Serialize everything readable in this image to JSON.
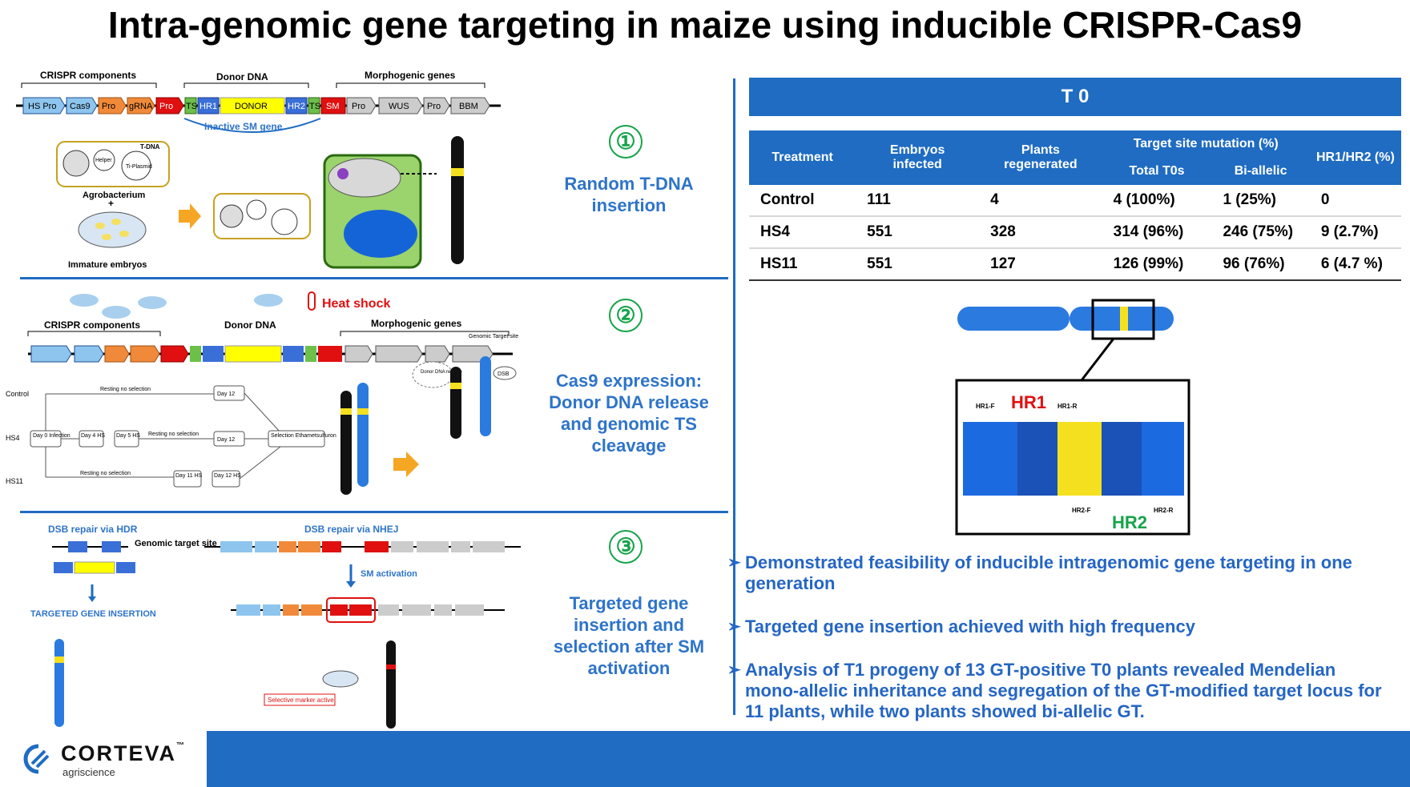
{
  "title": "Intra-genomic gene targeting in maize using inducible CRISPR-Cas9",
  "panel1": {
    "group_labels": [
      "CRISPR components",
      "Donor DNA",
      "Morphogenic genes"
    ],
    "segments": [
      "HS Pro",
      "Cas9",
      "Pro",
      "gRNA",
      "Pro",
      "TS",
      "HR1",
      "DONOR",
      "HR2",
      "TS",
      "SM",
      "Pro",
      "WUS",
      "Pro",
      "BBM"
    ],
    "inactive_label": "Inactive SM gene",
    "helper": "Helper",
    "ti_plasmid": "Ti-Plasmid",
    "tdna": "T-DNA",
    "agro": "Agrobacterium",
    "plus": "+",
    "embryos": "Immature embryos",
    "step_num": "①",
    "step_text": "Random T-DNA insertion"
  },
  "panel2": {
    "heat_shock": "Heat shock",
    "group_labels": [
      "CRISPR components",
      "Donor DNA",
      "Morphogenic genes"
    ],
    "rows": [
      "Control",
      "HS4",
      "HS11"
    ],
    "resting": "Resting no selection",
    "day0": "Day 0 Infection",
    "day4": "Day 4 HS",
    "day5": "Day 5 HS",
    "day11": "Day 11 HS",
    "day12": "Day 12",
    "day12hs": "Day 12 HS",
    "selection": "Selection Ethametsulfuron",
    "donor_release": "Donor DNA release",
    "genomic_target": "Genomic Target site",
    "dsb": "DSB",
    "step_num": "②",
    "step_text": "Cas9 expression: Donor DNA release and genomic TS cleavage"
  },
  "panel3": {
    "hdr": "DSB repair via HDR",
    "nhej": "DSB repair via NHEJ",
    "genomic_target": "Genomic target site",
    "targeted": "TARGETED GENE INSERTION",
    "sm_activation": "SM activation",
    "selective": "Selective marker active",
    "step_num": "③",
    "step_text": "Targeted gene insertion and selection after SM activation"
  },
  "right": {
    "header": "T 0",
    "table": {
      "headers": {
        "treatment": "Treatment",
        "embryos": "Embryos infected",
        "plants": "Plants regenerated",
        "mutation": "Target site mutation (%)",
        "total": "Total T0s",
        "biallelic": "Bi-allelic",
        "hr": "HR1/HR2 (%)"
      },
      "rows": [
        [
          "Control",
          "111",
          "4",
          "4 (100%)",
          "1 (25%)",
          "0"
        ],
        [
          "HS4",
          "551",
          "328",
          "314 (96%)",
          "246 (75%)",
          "9 (2.7%)"
        ],
        [
          "HS11",
          "551",
          "127",
          "126 (99%)",
          "96 (76%)",
          "6 (4.7 %)"
        ]
      ]
    },
    "hr1": "HR1",
    "hr2": "HR2",
    "primers": [
      "HR1-F",
      "HR1-R",
      "HR2-F",
      "HR2-R"
    ],
    "bullets": [
      "Demonstrated feasibility of inducible intragenomic gene targeting in one generation",
      "Targeted gene insertion achieved with high frequency",
      "Analysis of T1 progeny of 13 GT-positive T0 plants revealed Mendelian mono-allelic inheritance and segregation of the GT-modified target locus for 11 plants, while two plants showed bi-allelic GT."
    ],
    "bullet_mark": "➢"
  },
  "footer": {
    "brand": "CORTEVA",
    "tm": "™",
    "sub": "agriscience"
  },
  "colors": {
    "blue": "#1f6cc2",
    "step_blue": "#2e74c9",
    "green": "#17a34a",
    "red": "#e02020",
    "yellow": "#ffff00"
  }
}
